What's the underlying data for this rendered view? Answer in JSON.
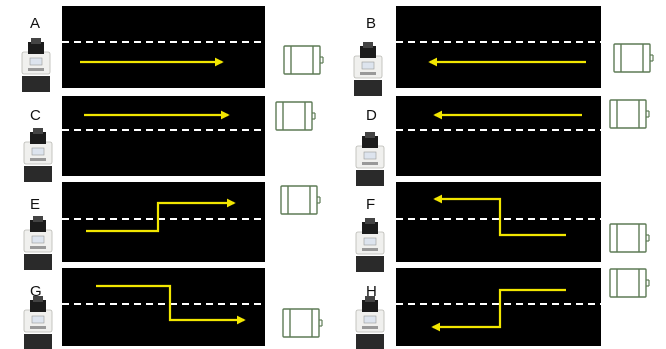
{
  "panels": [
    {
      "label": "A"
    },
    {
      "label": "B"
    },
    {
      "label": "C"
    },
    {
      "label": "D"
    },
    {
      "label": "E"
    },
    {
      "label": "F"
    },
    {
      "label": "G"
    },
    {
      "label": "H"
    }
  ],
  "colors": {
    "road": "#000000",
    "lane_line": "#ffffff",
    "path_arrow": "#f2e600",
    "device_outline": "#5d7a55"
  }
}
